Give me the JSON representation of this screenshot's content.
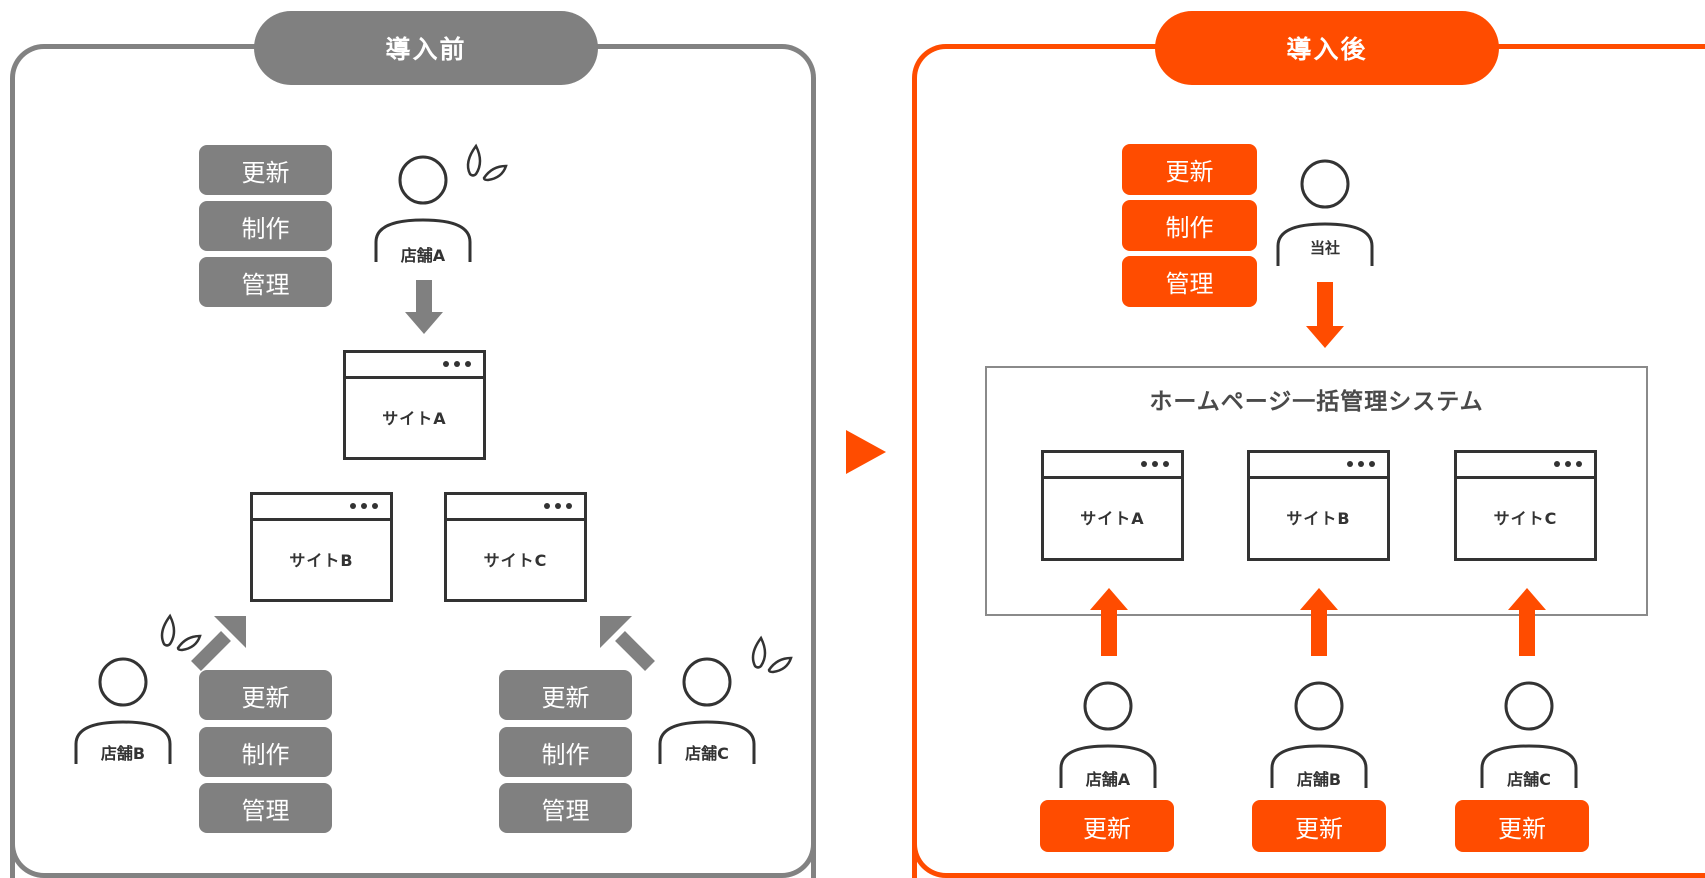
{
  "colors": {
    "gray": "#808080",
    "orange": "#ff4c00",
    "line": "#333333"
  },
  "before": {
    "title": "導入前",
    "owner_tags": [
      "更新",
      "制作",
      "管理"
    ],
    "store_a": "店舗A",
    "store_b": "店舗B",
    "store_c": "店舗C",
    "site_a": "サイトA",
    "site_b": "サイトB",
    "site_c": "サイトC",
    "tags_b": [
      "更新",
      "制作",
      "管理"
    ],
    "tags_c": [
      "更新",
      "制作",
      "管理"
    ]
  },
  "after": {
    "title": "導入後",
    "company_tags": [
      "更新",
      "制作",
      "管理"
    ],
    "company": "当社",
    "system_title": "ホームページ一括管理システム",
    "sites": [
      "サイトA",
      "サイトB",
      "サイトC"
    ],
    "stores": [
      "店舗A",
      "店舗B",
      "店舗C"
    ],
    "store_tags": [
      "更新",
      "更新",
      "更新"
    ]
  }
}
